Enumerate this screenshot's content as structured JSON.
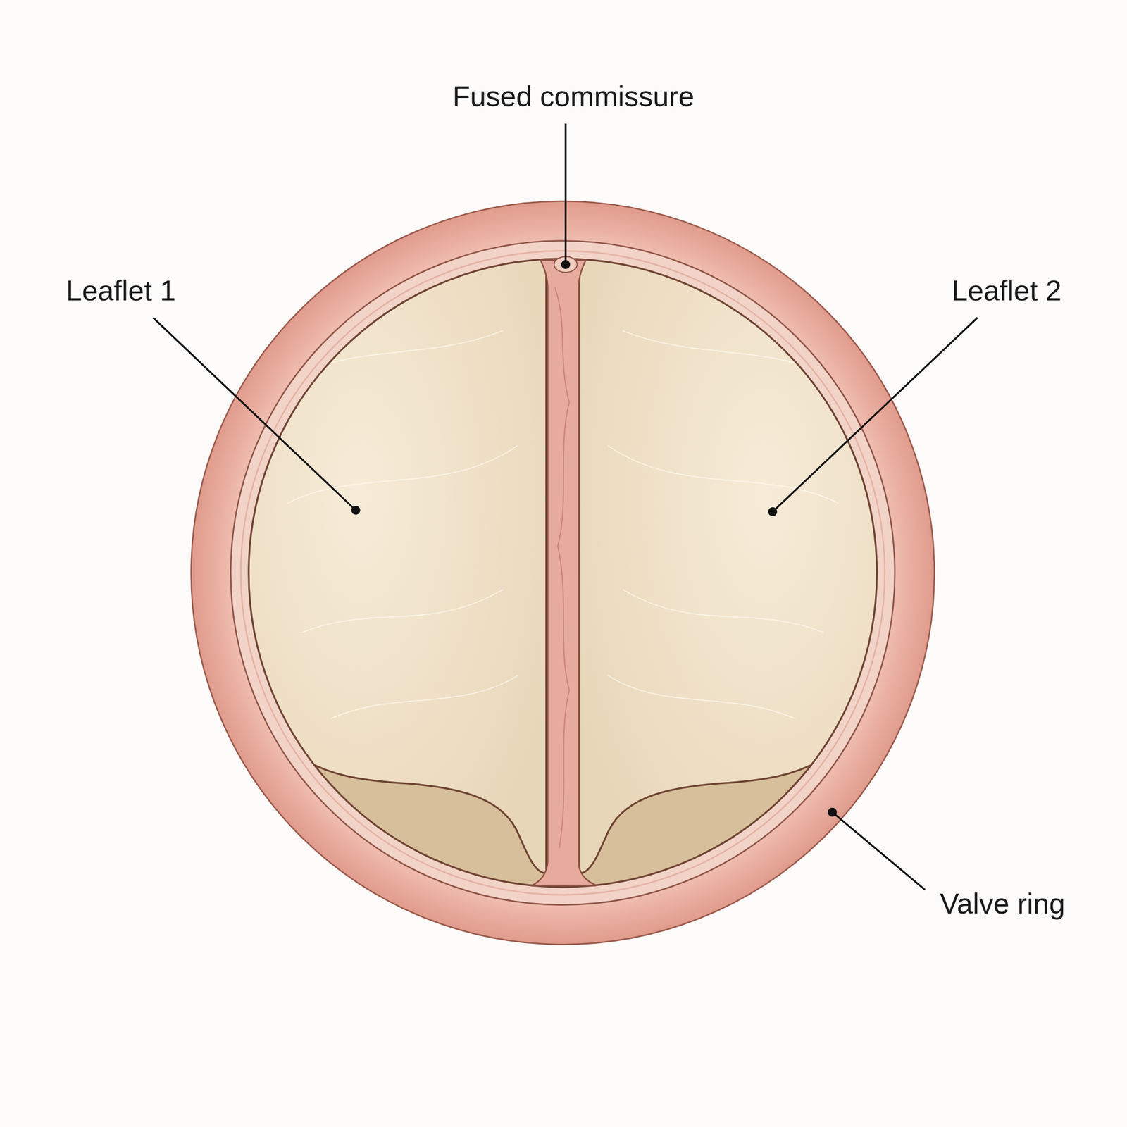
{
  "diagram": {
    "labels": [
      "Fused commissure",
      "Leaflet 1",
      "Leaflet 2",
      "Valve ring"
    ]
  }
}
